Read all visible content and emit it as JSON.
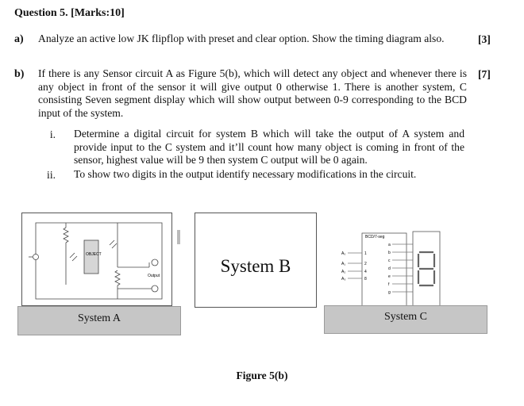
{
  "question": {
    "title": "Question 5. [Marks:10]"
  },
  "part_a": {
    "label": "a)",
    "text": "Analyze an active low JK flipflop with preset and clear option. Show the timing diagram also.",
    "marks": "[3]"
  },
  "part_b": {
    "label": "b)",
    "text": "If there is any Sensor circuit A as Figure 5(b), which will detect any object and whenever there is any object in front of the sensor it will give output 0 otherwise 1. There is another system, C consisting Seven segment display which will show output between 0-9 corresponding to the BCD input of the system.",
    "marks": "[7]",
    "subitems": [
      {
        "num": "i.",
        "text": "Determine a digital circuit for system B which will take the output of A system and provide input to the C system and it’ll count how many object is coming in front of the sensor, highest value will be 9 then system C output will be 0 again."
      },
      {
        "num": "ii.",
        "text": "To show two digits in the output identify necessary modifications in the circuit."
      }
    ]
  },
  "figure": {
    "system_a_label": "System A",
    "system_b_label": "System B",
    "system_c_label": "System C",
    "object_label": "OBJECT",
    "output_label": "Output",
    "decoder_label": "BCD/7-seg",
    "bcd_inputs": [
      "A₀",
      "A₁",
      "A₂",
      "A₃"
    ],
    "bcd_weights": [
      "1",
      "2",
      "4",
      "8"
    ],
    "segment_letters": [
      "a",
      "b",
      "c",
      "d",
      "e",
      "f",
      "g"
    ],
    "display_digit": "8",
    "caption": "Figure 5(b)"
  }
}
